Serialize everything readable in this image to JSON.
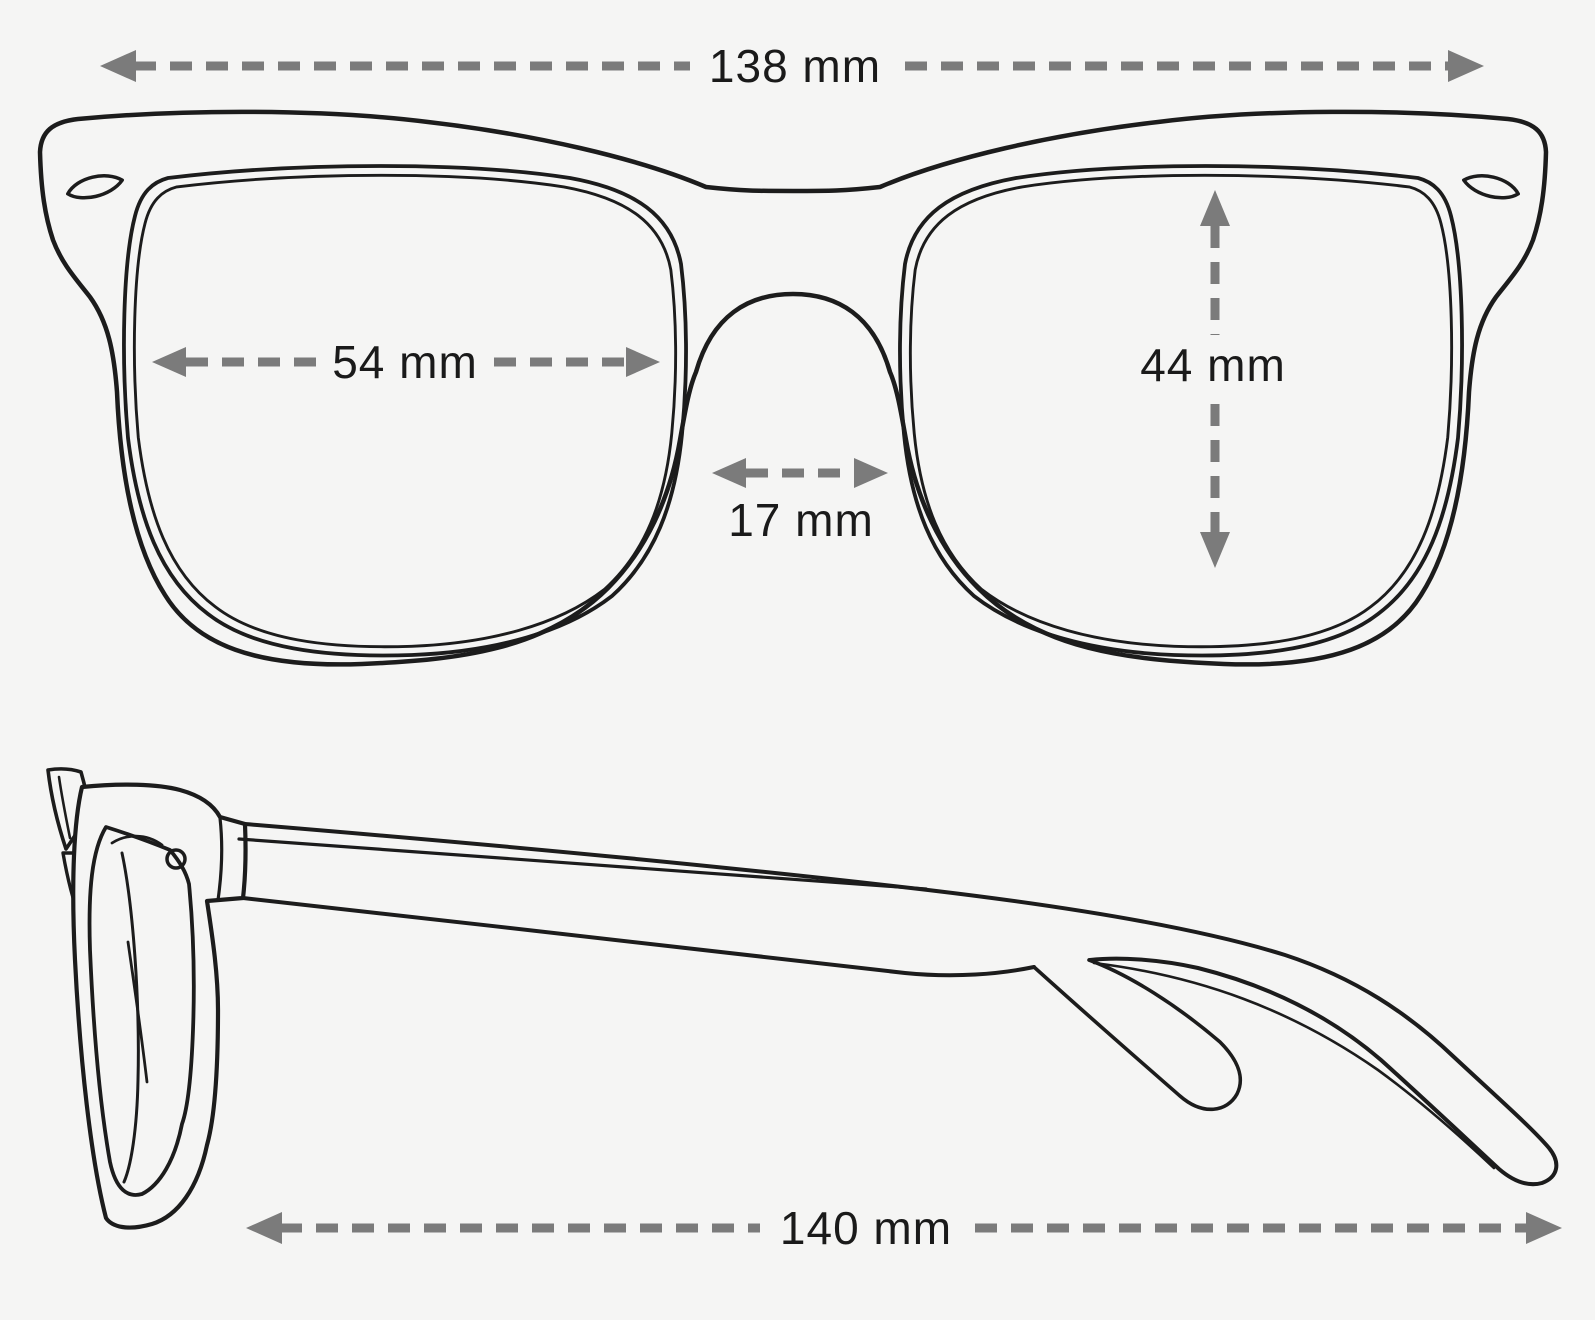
{
  "colors": {
    "background": "#f5f5f4",
    "line": "#1c1c1c",
    "dimension": "#7b7b7b",
    "label": "#1a1a1a"
  },
  "diagram": {
    "front_view": {
      "frame_width_label": "138 mm",
      "lens_width_label": "54 mm",
      "bridge_width_label": "17 mm",
      "lens_height_label": "44 mm"
    },
    "side_view": {
      "temple_length_label": "140 mm"
    }
  }
}
